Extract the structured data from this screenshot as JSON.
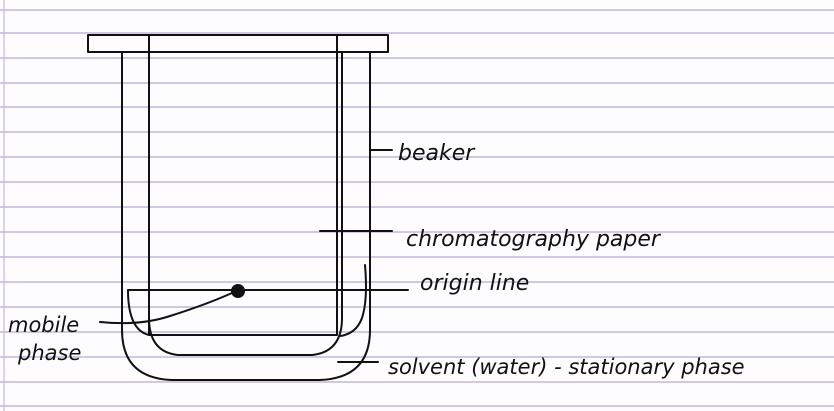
{
  "diagram": {
    "labels": {
      "beaker": "beaker",
      "chromatography_paper": "chromatography paper",
      "origin_line": "origin line",
      "mobile_phase_line1": "mobile",
      "mobile_phase_line2": "phase",
      "solvent": "solvent (water) - stationary phase"
    },
    "colors": {
      "ink": "#111111",
      "ruled_lines": "#b7a9d6",
      "paper": "#fdfcff"
    }
  }
}
